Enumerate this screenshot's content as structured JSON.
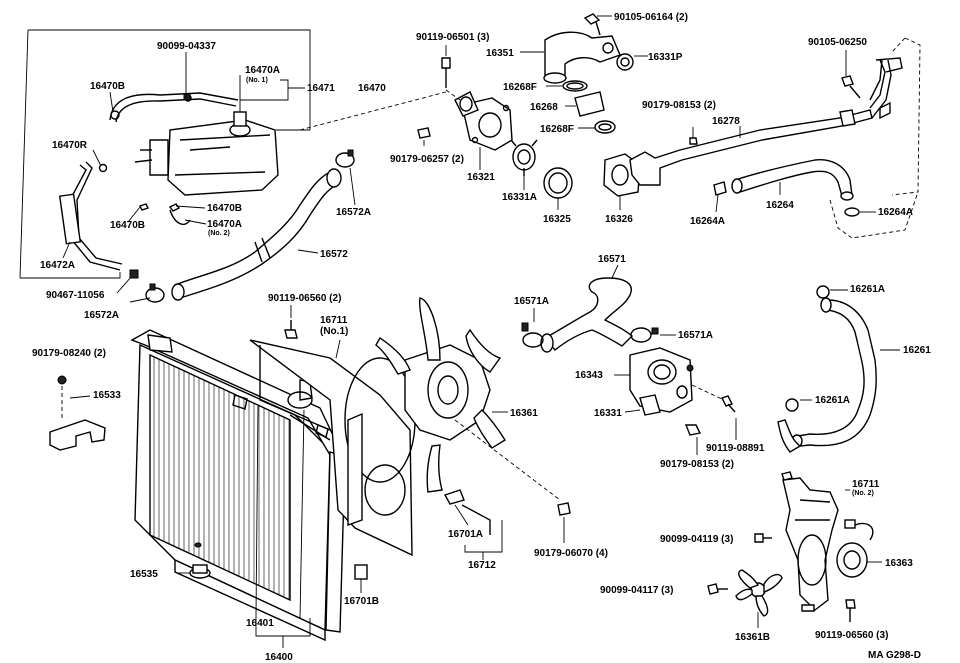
{
  "diagram_code": "MA  G298-D",
  "labels": {
    "p90099_04337": "90099-04337",
    "p16470a_no1": "16470A",
    "p16470a_no1_sub": "(No. 1)",
    "p16471": "16471",
    "p16470": "16470",
    "p16470b_top": "16470B",
    "p16470r": "16470R",
    "p16470b_mid": "16470B",
    "p16470b_left": "16470B",
    "p16470a_no2": "16470A",
    "p16470a_no2_sub": "(No. 2)",
    "p16472a": "16472A",
    "p90467_11056": "90467-11056",
    "p16572a_bottom": "16572A",
    "p16572a_top": "16572A",
    "p16572": "16572",
    "p90119_06501": "90119-06501 (3)",
    "p90105_06164": "90105-06164 (2)",
    "p16351": "16351",
    "p16331p": "16331P",
    "p16268f_top": "16268F",
    "p16268": "16268",
    "p16268f_bot": "16268F",
    "p90179_06257": "90179-06257 (2)",
    "p16321": "16321",
    "p16331a": "16331A",
    "p16325": "16325",
    "p16326": "16326",
    "p90179_08153_top": "90179-08153 (2)",
    "p16278": "16278",
    "p90105_06250": "90105-06250",
    "p16264a_left": "16264A",
    "p16264": "16264",
    "p16264a_right": "16264A",
    "p16571": "16571",
    "p16571a_left": "16571A",
    "p16571a_right": "16571A",
    "p16343": "16343",
    "p16331": "16331",
    "p90119_08891": "90119-08891",
    "p90179_08153_bot": "90179-08153 (2)",
    "p16261a_top": "16261A",
    "p16261": "16261",
    "p16261a_mid": "16261A",
    "p90119_06560_top": "90119-06560 (2)",
    "p16711_no1": "16711",
    "p16711_no1_sub": "(No.1)",
    "p90179_08240": "90179-08240 (2)",
    "p16533": "16533",
    "p16361": "16361",
    "p16701a": "16701A",
    "p16712": "16712",
    "p90179_06070": "90179-06070 (4)",
    "p16535": "16535",
    "p16701b": "16701B",
    "p16401": "16401",
    "p16400": "16400",
    "p16711_no2": "16711",
    "p16711_no2_sub": "(No. 2)",
    "p90099_04119": "90099-04119 (3)",
    "p16363": "16363",
    "p90099_04117": "90099-04117 (3)",
    "p16361b": "16361B",
    "p90119_06560_bot": "90119-06560 (3)"
  }
}
